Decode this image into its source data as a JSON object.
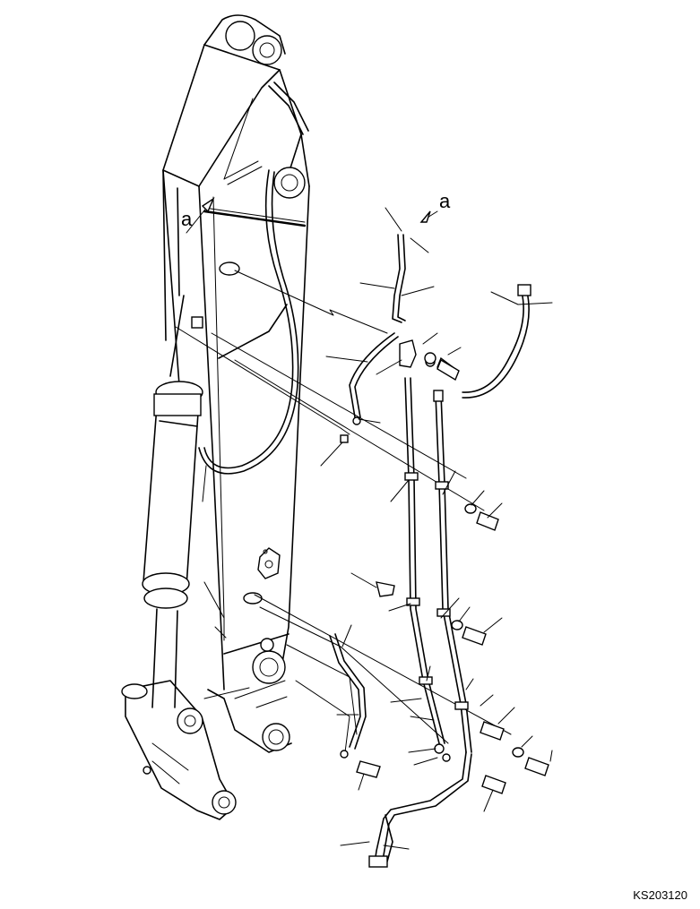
{
  "labels": {
    "view_a_upper": "a",
    "view_a_lower": "a"
  },
  "drawing_code": "KS203120"
}
